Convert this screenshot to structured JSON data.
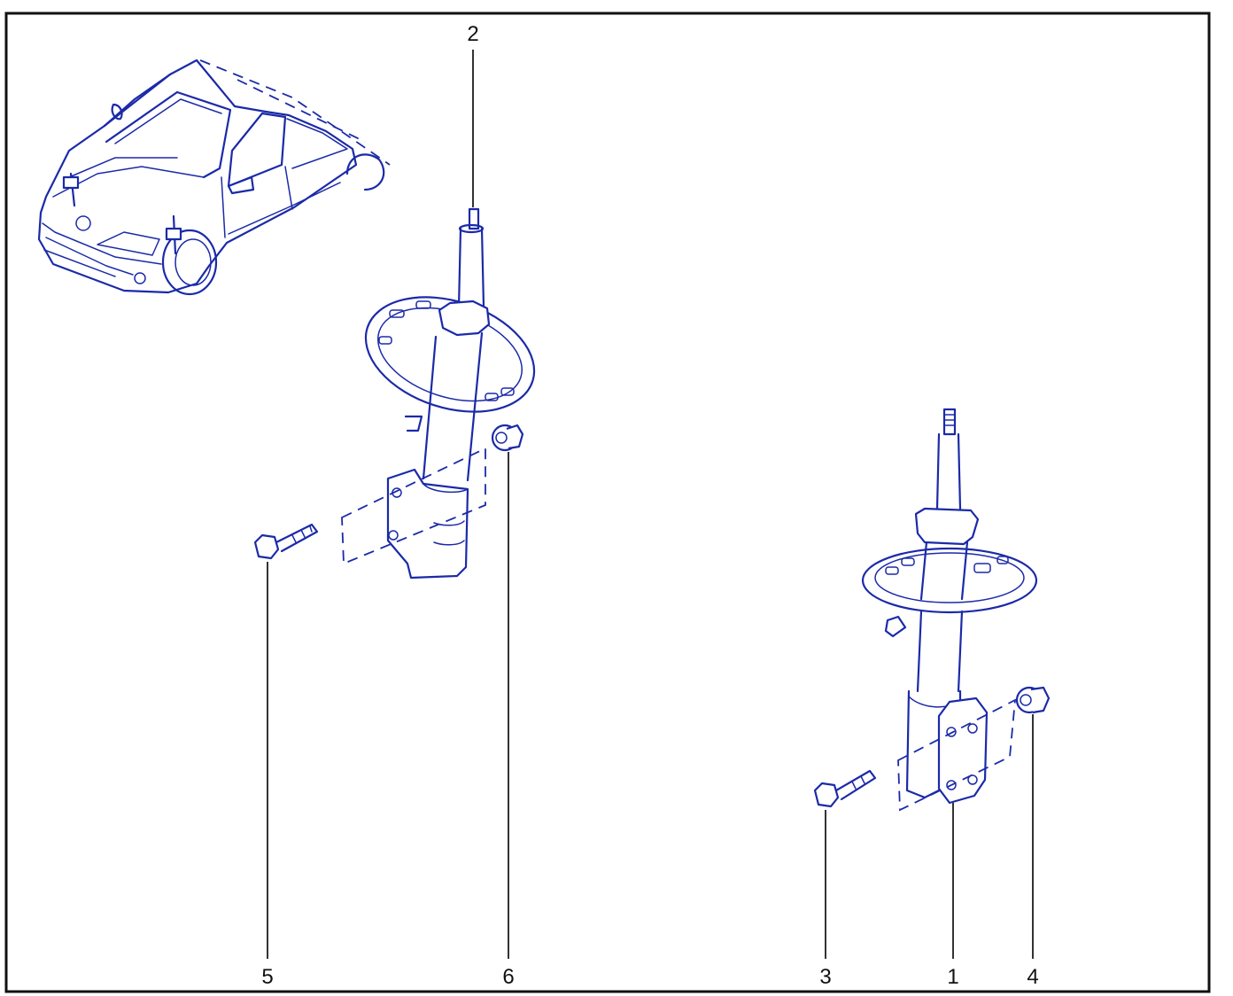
{
  "colors": {
    "line": "#1b2aa8",
    "frame": "#111111",
    "background": "#ffffff"
  },
  "callouts": {
    "c1": "1",
    "c2": "2",
    "c3": "3",
    "c4": "4",
    "c5": "5",
    "c6": "6"
  }
}
